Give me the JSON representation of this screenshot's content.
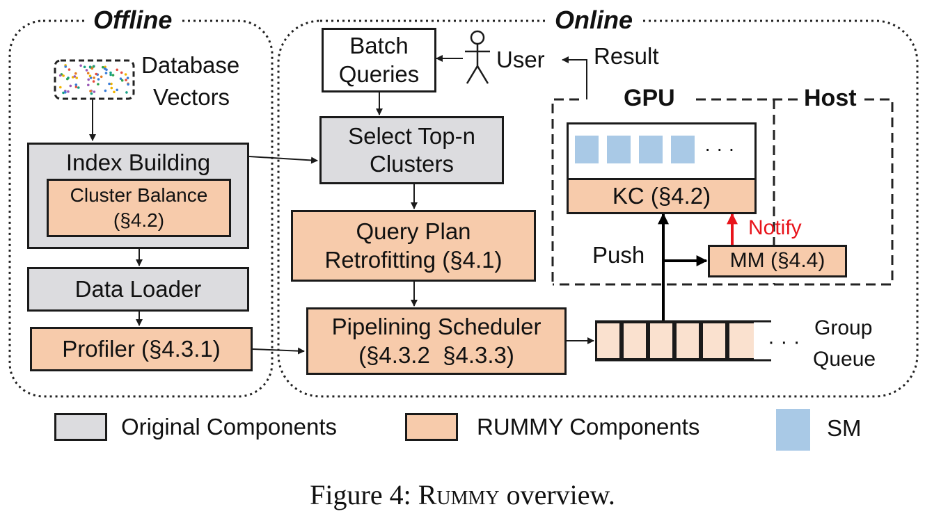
{
  "regions": {
    "offline": "Offline",
    "online": "Online",
    "gpu": "GPU",
    "host": "Host"
  },
  "inputs": {
    "database_vectors_line1": "Database",
    "database_vectors_line2": "Vectors",
    "user": "User",
    "result": "Result"
  },
  "offline_components": {
    "index_building": "Index Building",
    "cluster_balance_line1": "Cluster Balance",
    "cluster_balance_line2": "(§4.2)",
    "data_loader": "Data Loader",
    "profiler": "Profiler (§4.3.1)"
  },
  "online_components": {
    "batch_queries_line1": "Batch",
    "batch_queries_line2": "Queries",
    "select_top_n_line1": "Select Top-n",
    "select_top_n_line2": "Clusters",
    "query_plan_line1": "Query Plan",
    "query_plan_line2": "Retrofitting (§4.1)",
    "pipelining_line1": "Pipelining Scheduler",
    "pipelining_line2": "(§4.3.2  §4.3.3)",
    "group_queue_line1": "Group",
    "group_queue_line2": "Queue",
    "queue_ellipsis": "· · ·"
  },
  "gpu_components": {
    "sm_ellipsis": "· · ·",
    "kc": "KC (§4.2)",
    "mm": "MM (§4.4)",
    "push": "Push",
    "notify": "Notify"
  },
  "legend": {
    "original": "Original Components",
    "rummy": "RUMMY Components",
    "sm": "SM"
  },
  "colors": {
    "original": "#dcdcdf",
    "rummy": "#f7cbab",
    "sm": "#a9c9e6",
    "notify": "#e8141b"
  },
  "caption": {
    "prefix": "Figure 4: ",
    "name": "Rummy",
    "suffix": " overview."
  }
}
